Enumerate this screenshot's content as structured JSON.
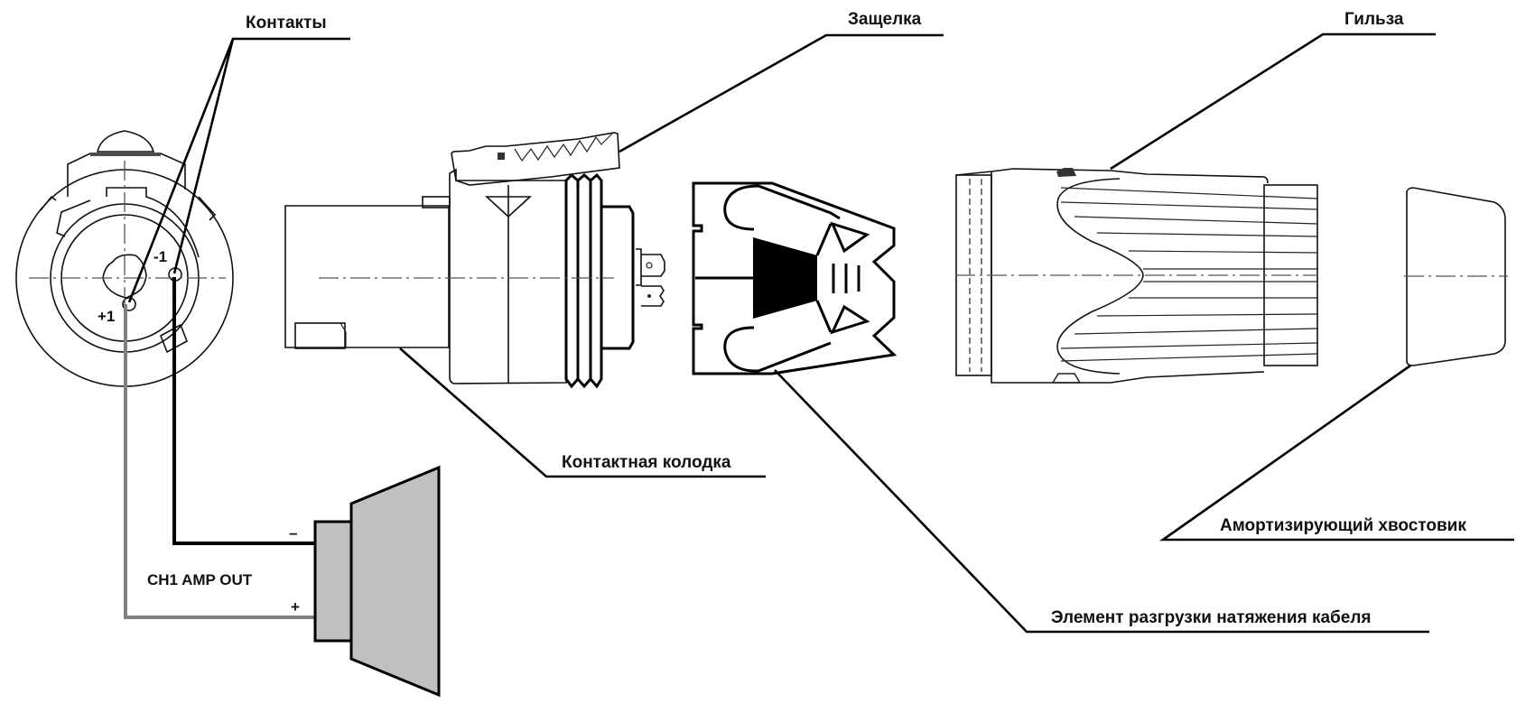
{
  "labels": {
    "contacts": "Контакты",
    "latch": "Защелка",
    "sleeve": "Гильза",
    "contact_block": "Контактная колодка",
    "strain_relief": "Элемент разгрузки натяжения кабеля",
    "tail_boot": "Амортизирующий хвостовик"
  },
  "pins": {
    "plus": "+1",
    "minus": "-1"
  },
  "speaker": {
    "label": "CH1 AMP OUT",
    "minus_sign": "–",
    "plus_sign": "+"
  },
  "colors": {
    "wire_negative": "#000000",
    "wire_positive": "#808080",
    "speaker_fill": "#c0c0c0"
  }
}
